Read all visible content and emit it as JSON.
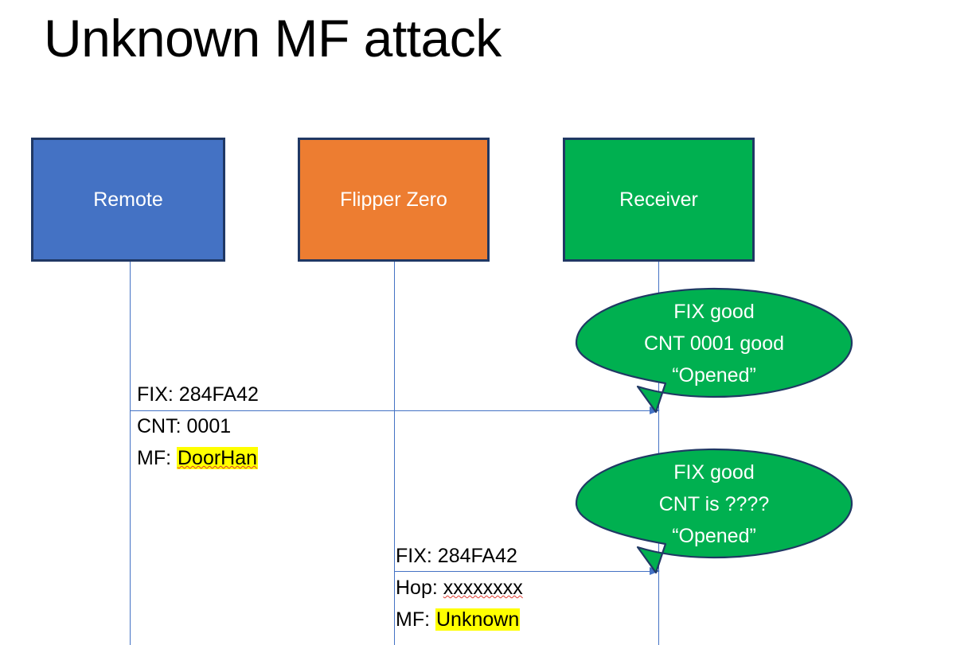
{
  "slide": {
    "title": "Unknown MF attack",
    "background": "#ffffff"
  },
  "colors": {
    "remote_fill": "#4472C4",
    "flipper_fill": "#ED7D31",
    "receiver_fill": "#00B050",
    "box_border": "#203864",
    "line": "#4472C4",
    "highlight": "#FFFF00",
    "spellcheck_underline": "#E03A2F",
    "text": "#000000",
    "box_text": "#FFFFFF"
  },
  "actors": [
    {
      "id": "remote",
      "label": "Remote"
    },
    {
      "id": "flipper",
      "label": "Flipper Zero"
    },
    {
      "id": "receiver",
      "label": "Receiver"
    }
  ],
  "messages": [
    {
      "id": "remote-to-receiver",
      "from": "remote",
      "to": "receiver",
      "lines": [
        {
          "label": "FIX:",
          "value": "284FA42",
          "highlight": false,
          "spellcheck": false
        },
        {
          "label": "CNT:",
          "value": "0001",
          "highlight": false,
          "spellcheck": false
        },
        {
          "label": "MF:",
          "value": "DoorHan",
          "highlight": true,
          "spellcheck": true
        }
      ]
    },
    {
      "id": "flipper-to-receiver",
      "from": "flipper",
      "to": "receiver",
      "lines": [
        {
          "label": "FIX:",
          "value": "284FA42",
          "highlight": false,
          "spellcheck": false
        },
        {
          "label": "Hop:",
          "value": "xxxxxxxx",
          "highlight": false,
          "spellcheck": true
        },
        {
          "label": "MF:",
          "value": "Unknown",
          "highlight": true,
          "spellcheck": false
        }
      ]
    }
  ],
  "callouts": [
    {
      "id": "callout-first-reply",
      "lines": [
        "FIX good",
        "CNT 0001 good",
        "“Opened”"
      ]
    },
    {
      "id": "callout-second-reply",
      "lines": [
        "FIX good",
        "CNT is ????",
        "“Opened”"
      ]
    }
  ]
}
